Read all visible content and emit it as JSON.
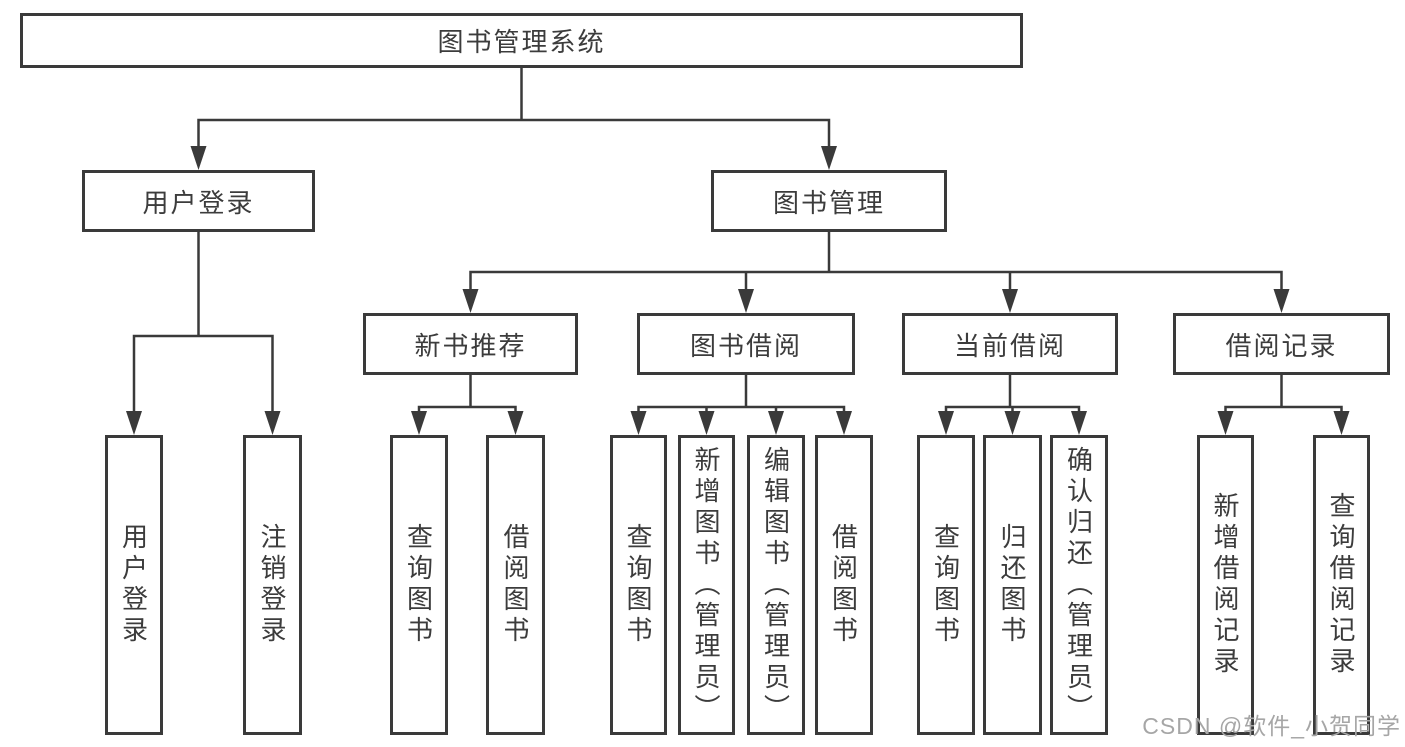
{
  "diagram": {
    "type": "tree-structure-chart",
    "colors": {
      "line": "#3a3a3a",
      "text": "#3c3c3c",
      "background": "#ffffff",
      "watermark": "#a6a6a6"
    },
    "tree": {
      "root": {
        "label": "图书管理系统",
        "children": [
          {
            "label": "用户登录",
            "children": [
              {
                "label": "用户登录"
              },
              {
                "label": "注销登录"
              }
            ]
          },
          {
            "label": "图书管理",
            "children": [
              {
                "label": "新书推荐",
                "children": [
                  {
                    "label": "查询图书"
                  },
                  {
                    "label": "借阅图书"
                  }
                ]
              },
              {
                "label": "图书借阅",
                "children": [
                  {
                    "label": "查询图书"
                  },
                  {
                    "label": "新增图书（管理员）"
                  },
                  {
                    "label": "编辑图书（管理员）"
                  },
                  {
                    "label": "借阅图书"
                  }
                ]
              },
              {
                "label": "当前借阅",
                "children": [
                  {
                    "label": "查询图书"
                  },
                  {
                    "label": "归还图书"
                  },
                  {
                    "label": "确认归还（管理员）"
                  }
                ]
              },
              {
                "label": "借阅记录",
                "children": [
                  {
                    "label": "新增借阅记录"
                  },
                  {
                    "label": "查询借阅记录"
                  }
                ]
              }
            ]
          }
        ]
      }
    }
  },
  "watermark": {
    "text": "CSDN @软件_小贺同学"
  }
}
